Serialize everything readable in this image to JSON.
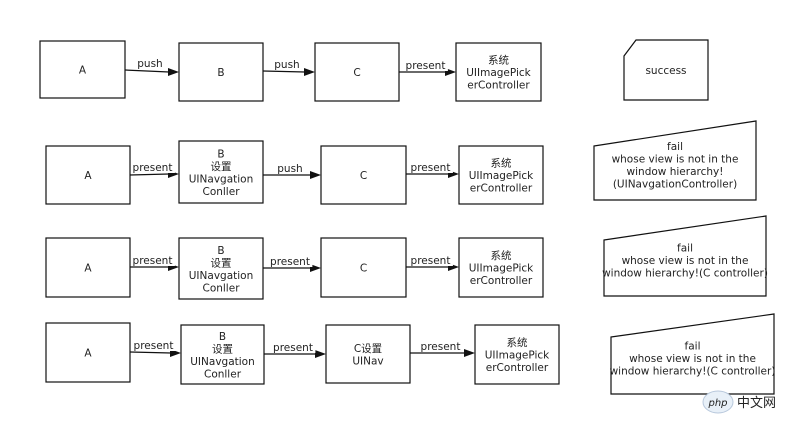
{
  "rows": [
    {
      "boxes": [
        {
          "lines": [
            "A"
          ]
        },
        {
          "lines": [
            "B"
          ]
        },
        {
          "lines": [
            "C"
          ]
        },
        {
          "lines": [
            "系统",
            "UIImagePick",
            "erController"
          ]
        }
      ],
      "edges": [
        "push",
        "push",
        "present"
      ],
      "result": {
        "lines": [
          "success"
        ]
      }
    },
    {
      "boxes": [
        {
          "lines": [
            "A"
          ]
        },
        {
          "lines": [
            "B",
            "设置",
            "UINavgation",
            "Conller"
          ]
        },
        {
          "lines": [
            "C"
          ]
        },
        {
          "lines": [
            "系统",
            "UIImagePick",
            "erController"
          ]
        }
      ],
      "edges": [
        "present",
        "push",
        "present"
      ],
      "result": {
        "lines": [
          "fail",
          "whose view is not in the",
          "window hierarchy!",
          "(UINavgationController)"
        ]
      }
    },
    {
      "boxes": [
        {
          "lines": [
            "A"
          ]
        },
        {
          "lines": [
            "B",
            "设置",
            "UINavgation",
            "Conller"
          ]
        },
        {
          "lines": [
            "C"
          ]
        },
        {
          "lines": [
            "系统",
            "UIImagePick",
            "erController"
          ]
        }
      ],
      "edges": [
        "present",
        "present",
        "present"
      ],
      "result": {
        "lines": [
          "fail",
          "whose view is not in the",
          "window hierarchy!(C controller)"
        ]
      }
    },
    {
      "boxes": [
        {
          "lines": [
            "A"
          ]
        },
        {
          "lines": [
            "B",
            "设置",
            "UINavgation",
            "Conller"
          ]
        },
        {
          "lines": [
            "C设置",
            "UINav"
          ]
        },
        {
          "lines": [
            "系统",
            "UIImagePick",
            "erController"
          ]
        }
      ],
      "edges": [
        "present",
        "present",
        "present"
      ],
      "result": {
        "lines": [
          "fail",
          "whose view is not in the",
          "window hierarchy!(C controller)"
        ]
      }
    }
  ],
  "watermark": {
    "text": "php",
    "text2": "中文网"
  }
}
